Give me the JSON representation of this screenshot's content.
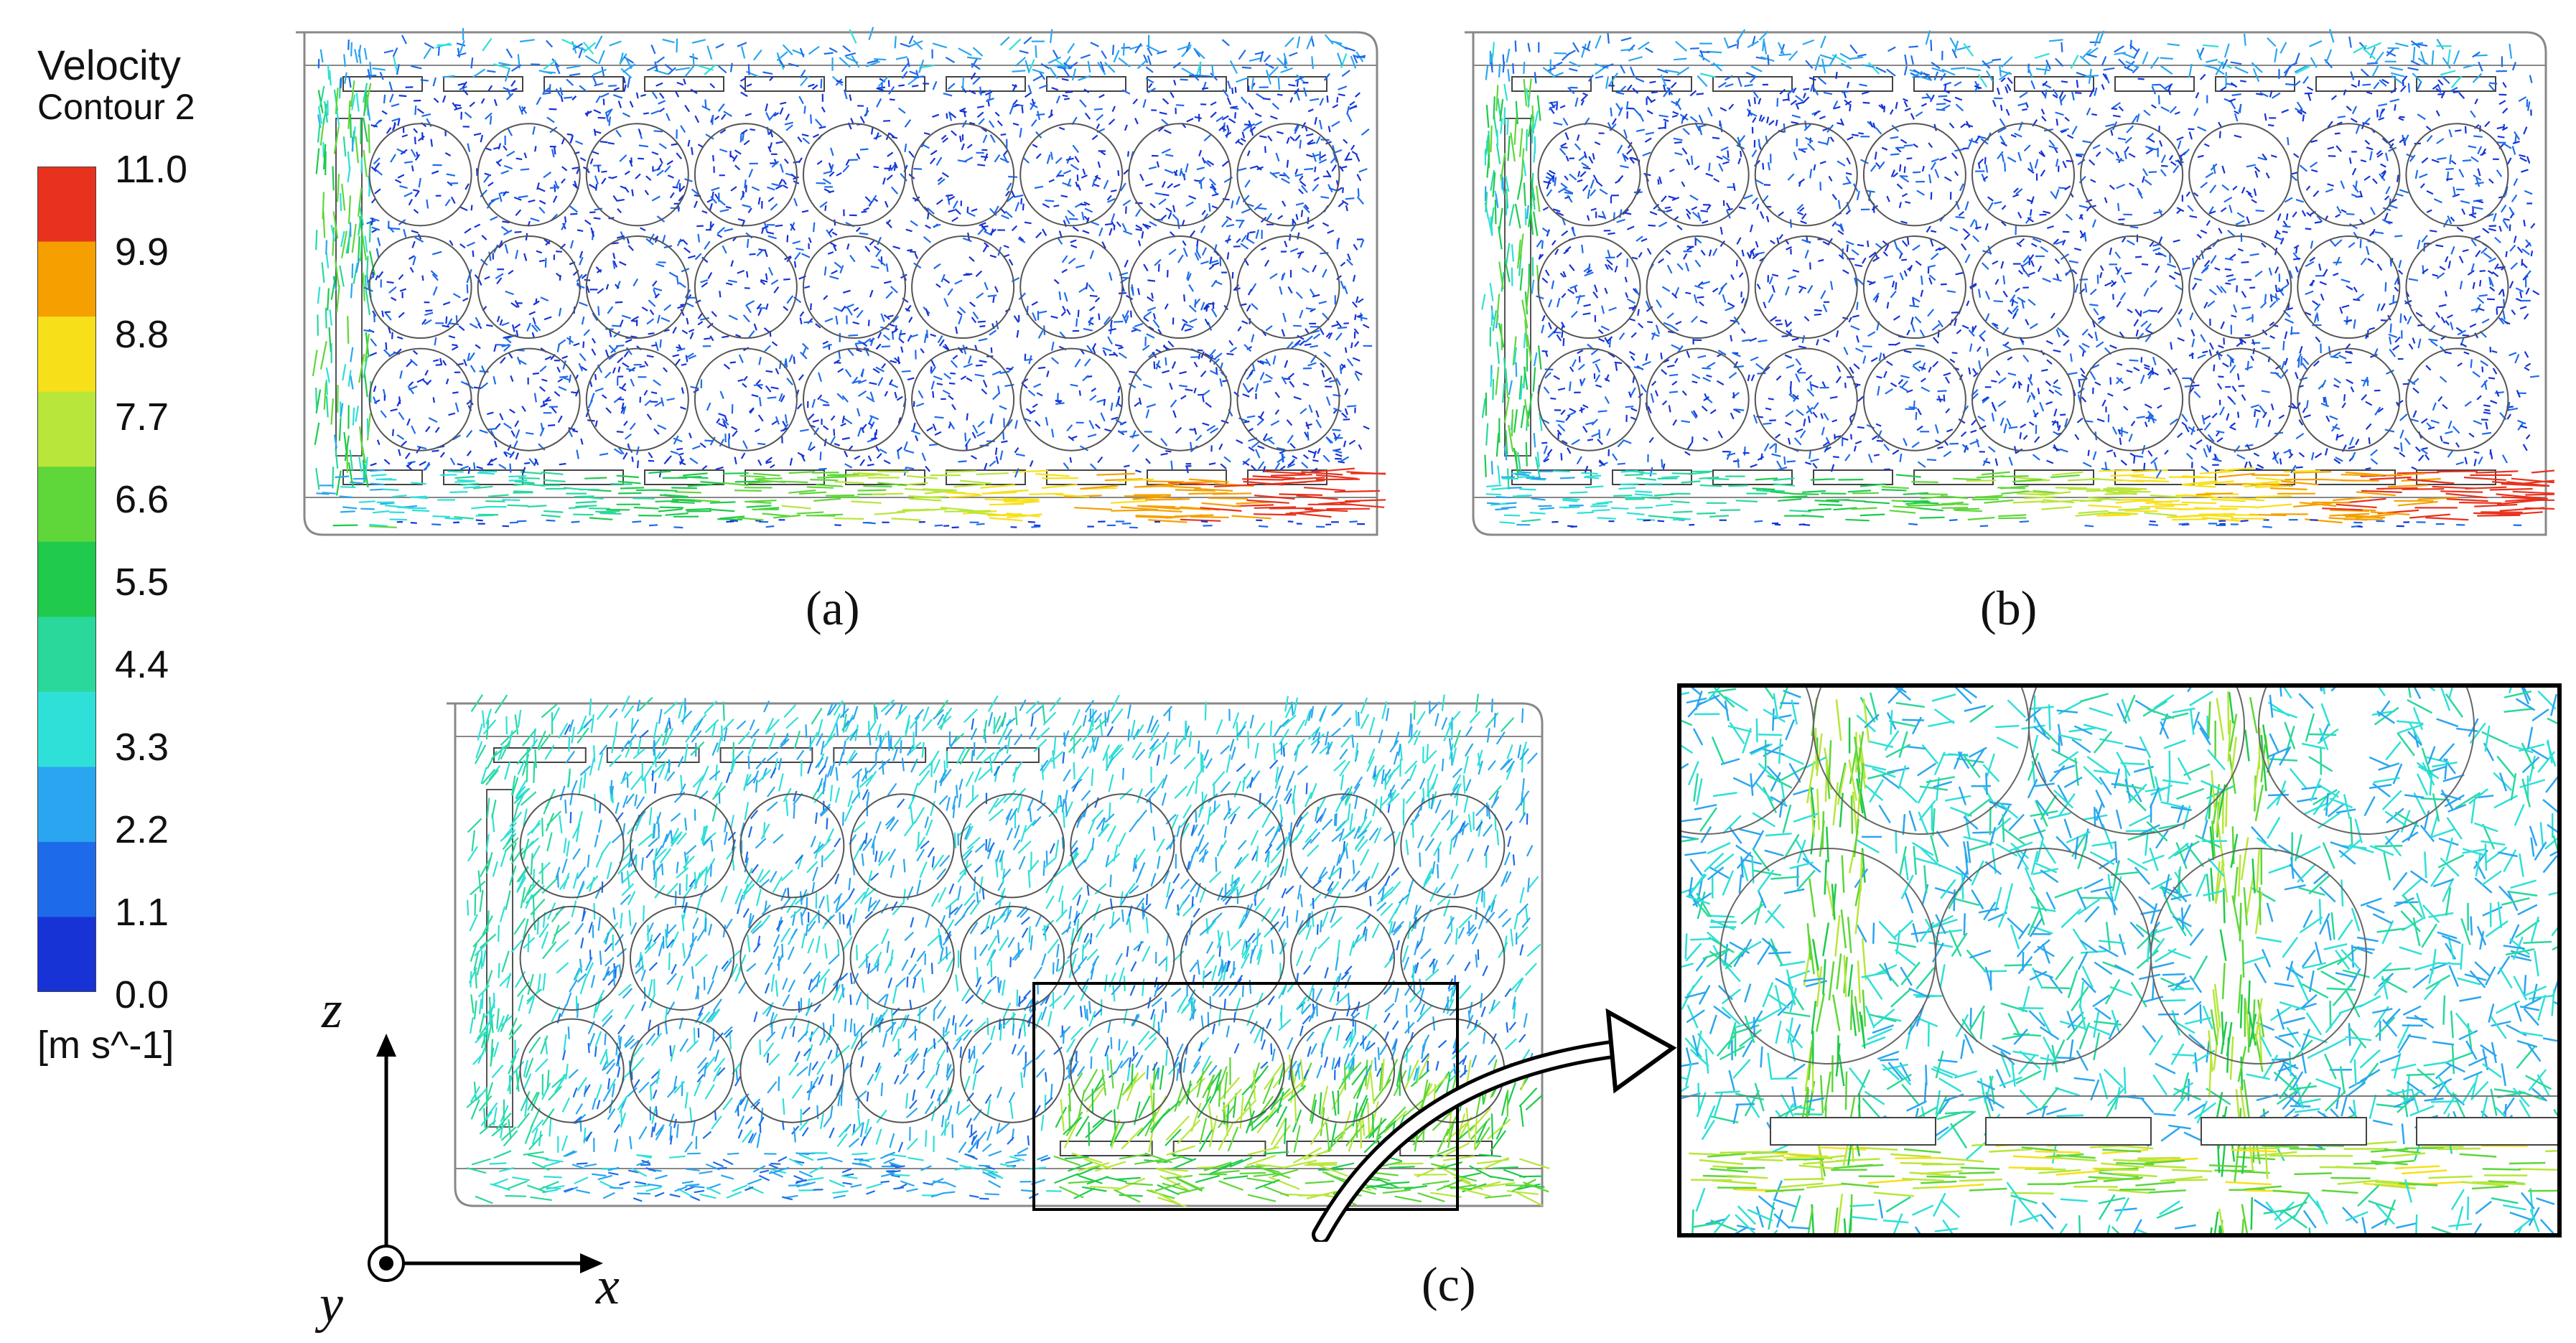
{
  "legend": {
    "title": "Velocity",
    "subtitle": "Contour 2",
    "ticks": [
      "11.0",
      "9.9",
      "8.8",
      "7.7",
      "6.6",
      "5.5",
      "4.4",
      "3.3",
      "2.2",
      "1.1",
      "0.0"
    ],
    "unit": "[m s^-1]",
    "colors": [
      "#e8321e",
      "#f5a000",
      "#f7e01a",
      "#b8e63a",
      "#5fd63a",
      "#1fca4c",
      "#2ad89b",
      "#2ee0d8",
      "#2aa6f0",
      "#1e6bea",
      "#1733d6"
    ]
  },
  "panels": [
    {
      "caption": "(a)"
    },
    {
      "caption": "(b)"
    },
    {
      "caption": "(c)"
    }
  ],
  "axes": {
    "z": "z",
    "y": "y",
    "x": "x"
  },
  "colors": {
    "frame": "#888888",
    "outline": "#333333",
    "inset_border": "#000000"
  }
}
